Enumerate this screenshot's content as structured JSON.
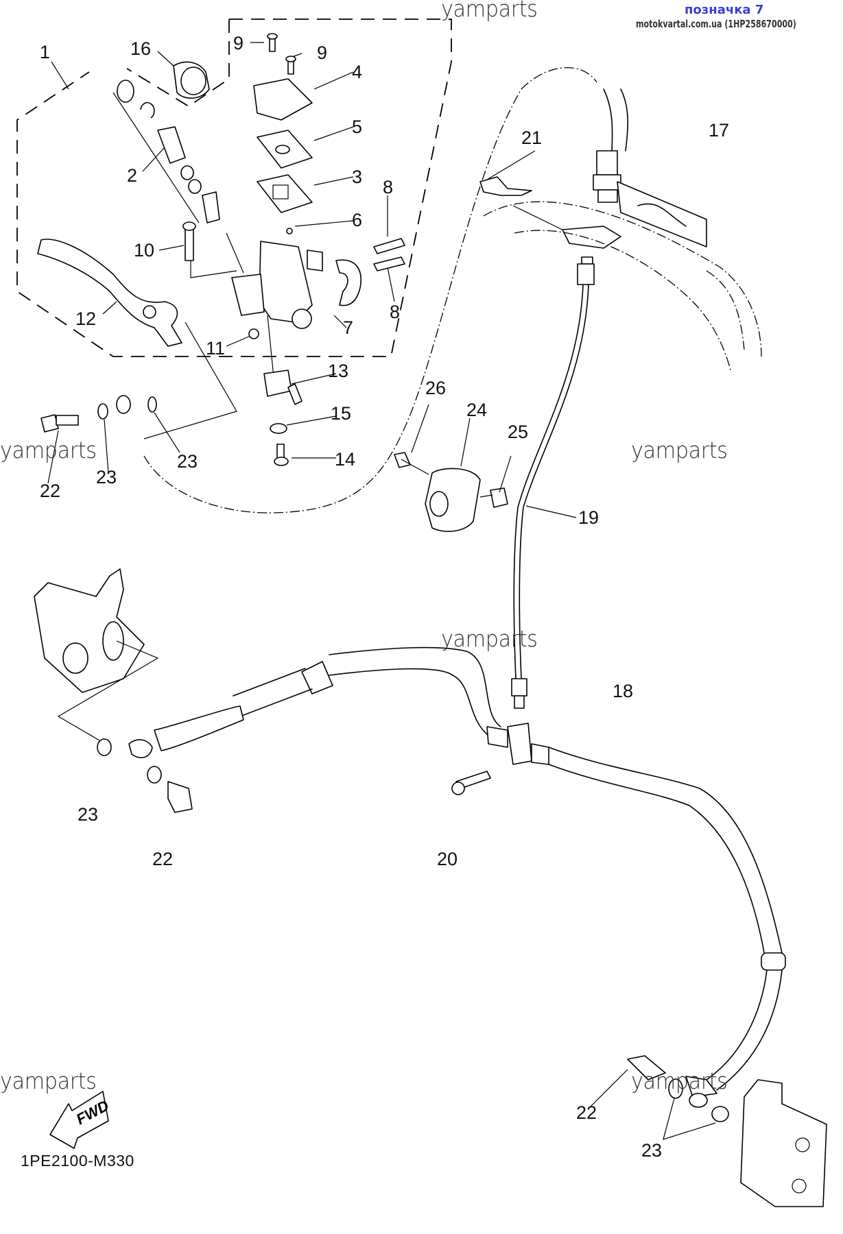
{
  "header": {
    "caption": "позначка 7",
    "source_line": "motokvartal.com.ua (1HP258670000)"
  },
  "diagram": {
    "title_code": "1PE2100-M330",
    "direction_label": "FWD",
    "accent_color": "#3a3fd8",
    "watermark": "yamparts",
    "watermarks": [
      "yamparts",
      "yamparts",
      "yamparts",
      "yamparts",
      "yamparts",
      "yamparts"
    ],
    "callouts": [
      {
        "id": "c1",
        "text": "1"
      },
      {
        "id": "c16",
        "text": "16"
      },
      {
        "id": "c9a",
        "text": "9"
      },
      {
        "id": "c9b",
        "text": "9"
      },
      {
        "id": "c4",
        "text": "4"
      },
      {
        "id": "c5",
        "text": "5"
      },
      {
        "id": "c2",
        "text": "2"
      },
      {
        "id": "c3",
        "text": "3"
      },
      {
        "id": "c8a",
        "text": "8"
      },
      {
        "id": "c6",
        "text": "6"
      },
      {
        "id": "c10",
        "text": "10"
      },
      {
        "id": "c12",
        "text": "12"
      },
      {
        "id": "c8b",
        "text": "8"
      },
      {
        "id": "c7",
        "text": "7"
      },
      {
        "id": "c11",
        "text": "11"
      },
      {
        "id": "c13",
        "text": "13"
      },
      {
        "id": "c15",
        "text": "15"
      },
      {
        "id": "c14",
        "text": "14"
      },
      {
        "id": "c22a",
        "text": "22"
      },
      {
        "id": "c23a",
        "text": "23"
      },
      {
        "id": "c23b",
        "text": "23"
      },
      {
        "id": "c17",
        "text": "17"
      },
      {
        "id": "c21",
        "text": "21"
      },
      {
        "id": "c26",
        "text": "26"
      },
      {
        "id": "c24",
        "text": "24"
      },
      {
        "id": "c25",
        "text": "25"
      },
      {
        "id": "c19",
        "text": "19"
      },
      {
        "id": "c18",
        "text": "18"
      },
      {
        "id": "c23c",
        "text": "23"
      },
      {
        "id": "c22b",
        "text": "22"
      },
      {
        "id": "c20",
        "text": "20"
      },
      {
        "id": "c22c",
        "text": "22"
      },
      {
        "id": "c23d",
        "text": "23"
      }
    ]
  }
}
